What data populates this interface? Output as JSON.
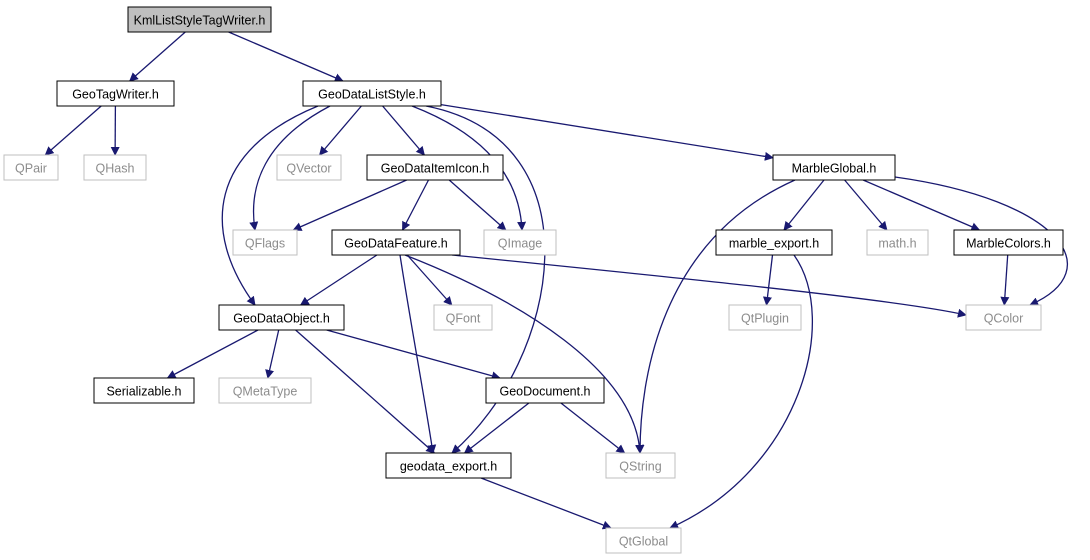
{
  "title": "KmlListStyleTagWriter.h",
  "colors": {
    "edge": "#191970",
    "root_fill": "#bfbfbf",
    "local_border": "#000000",
    "external_border": "#bfbfbf",
    "external_text": "#8c8c8c"
  },
  "nodes": [
    {
      "id": "kmlliststyletagwriter",
      "label": "KmlListStyleTagWriter.h",
      "kind": "root"
    },
    {
      "id": "geotagwriter",
      "label": "GeoTagWriter.h",
      "kind": "local"
    },
    {
      "id": "geodataliststyle",
      "label": "GeoDataListStyle.h",
      "kind": "local"
    },
    {
      "id": "qpair",
      "label": "QPair",
      "kind": "external"
    },
    {
      "id": "qhash",
      "label": "QHash",
      "kind": "external"
    },
    {
      "id": "qvector",
      "label": "QVector",
      "kind": "external"
    },
    {
      "id": "geodataitemicon",
      "label": "GeoDataItemIcon.h",
      "kind": "local"
    },
    {
      "id": "marbleglobal",
      "label": "MarbleGlobal.h",
      "kind": "local"
    },
    {
      "id": "qflags",
      "label": "QFlags",
      "kind": "external"
    },
    {
      "id": "geodatafeature",
      "label": "GeoDataFeature.h",
      "kind": "local"
    },
    {
      "id": "qimage",
      "label": "QImage",
      "kind": "external"
    },
    {
      "id": "marble_export",
      "label": "marble_export.h",
      "kind": "local"
    },
    {
      "id": "math",
      "label": "math.h",
      "kind": "external"
    },
    {
      "id": "marblecolors",
      "label": "MarbleColors.h",
      "kind": "local"
    },
    {
      "id": "geodataobject",
      "label": "GeoDataObject.h",
      "kind": "local"
    },
    {
      "id": "qfont",
      "label": "QFont",
      "kind": "external"
    },
    {
      "id": "qtplugin",
      "label": "QtPlugin",
      "kind": "external"
    },
    {
      "id": "qcolor",
      "label": "QColor",
      "kind": "external"
    },
    {
      "id": "serializable",
      "label": "Serializable.h",
      "kind": "local"
    },
    {
      "id": "qmetatype",
      "label": "QMetaType",
      "kind": "external"
    },
    {
      "id": "geodocument",
      "label": "GeoDocument.h",
      "kind": "local"
    },
    {
      "id": "geodata_export",
      "label": "geodata_export.h",
      "kind": "local"
    },
    {
      "id": "qstring",
      "label": "QString",
      "kind": "external"
    },
    {
      "id": "qtglobal",
      "label": "QtGlobal",
      "kind": "external"
    }
  ],
  "edges": [
    [
      "kmlliststyletagwriter",
      "geotagwriter"
    ],
    [
      "kmlliststyletagwriter",
      "geodataliststyle"
    ],
    [
      "geotagwriter",
      "qpair"
    ],
    [
      "geotagwriter",
      "qhash"
    ],
    [
      "geodataliststyle",
      "qvector"
    ],
    [
      "geodataliststyle",
      "geodataitemicon"
    ],
    [
      "geodataliststyle",
      "marbleglobal"
    ],
    [
      "geodataliststyle",
      "qflags"
    ],
    [
      "geodataliststyle",
      "qimage"
    ],
    [
      "geodataliststyle",
      "geodataobject"
    ],
    [
      "geodataliststyle",
      "geodata_export"
    ],
    [
      "geodataitemicon",
      "qflags"
    ],
    [
      "geodataitemicon",
      "geodatafeature"
    ],
    [
      "geodataitemicon",
      "qimage"
    ],
    [
      "marbleglobal",
      "marble_export"
    ],
    [
      "marbleglobal",
      "math"
    ],
    [
      "marbleglobal",
      "marblecolors"
    ],
    [
      "marbleglobal",
      "qcolor"
    ],
    [
      "marbleglobal",
      "qstring"
    ],
    [
      "geodatafeature",
      "geodataobject"
    ],
    [
      "geodatafeature",
      "qfont"
    ],
    [
      "geodatafeature",
      "qcolor"
    ],
    [
      "geodatafeature",
      "geodata_export"
    ],
    [
      "geodatafeature",
      "qstring"
    ],
    [
      "marble_export",
      "qtplugin"
    ],
    [
      "marble_export",
      "qtglobal"
    ],
    [
      "marblecolors",
      "qcolor"
    ],
    [
      "geodataobject",
      "serializable"
    ],
    [
      "geodataobject",
      "qmetatype"
    ],
    [
      "geodataobject",
      "geodocument"
    ],
    [
      "geodataobject",
      "geodata_export"
    ],
    [
      "geodocument",
      "geodata_export"
    ],
    [
      "geodocument",
      "qstring"
    ],
    [
      "geodata_export",
      "qtglobal"
    ]
  ]
}
